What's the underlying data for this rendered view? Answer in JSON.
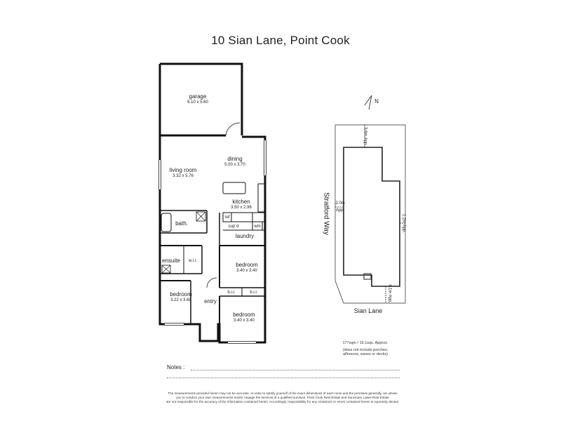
{
  "title": "10 Sian Lane,  Point Cook",
  "rooms": {
    "garage": {
      "name": "garage",
      "dims": "6.10  x  5.60"
    },
    "dining": {
      "name": "dining",
      "dims": "5.00  x  3.70"
    },
    "living": {
      "name": "living room",
      "dims": "3.32  x  5.76"
    },
    "kitchen": {
      "name": "kitchen",
      "dims": "3.50  x  2.96"
    },
    "bath": {
      "name": "bath."
    },
    "ref": {
      "name": "ref"
    },
    "cupd": {
      "name": "cup`d"
    },
    "wm": {
      "name": "wm"
    },
    "laundry": {
      "name": "laundry"
    },
    "ensuite": {
      "name": "ensuite"
    },
    "wir": {
      "name": "w.i.r."
    },
    "bedroom1": {
      "name": "bedroom",
      "dims": "3.40  x  3.40"
    },
    "bedroom2": {
      "name": "bedroom",
      "dims": "3.22  x  3.68"
    },
    "bedroom3": {
      "name": "bedroom",
      "dims": "3.40  x  3.40"
    },
    "bir1": {
      "name": "b.i.r."
    },
    "bir2": {
      "name": "b.i.r."
    },
    "entry": {
      "name": "entry"
    }
  },
  "site": {
    "north": "N",
    "street_side": "Stratford Way",
    "street_front": "Sian Lane",
    "setback_top": "3.6m App.",
    "setback_left_value": "2.0m",
    "setback_left_app": "App.",
    "setback_right": "1.2m App.",
    "setback_bottom": "4.1m App."
  },
  "area_note": {
    "line1": "177sqm / 19.1sqs. Approx.",
    "line2": "(does not include porches,",
    "line3": "alfrescos, eaves or decks)"
  },
  "notes_label": "Notes :",
  "disclaimer": {
    "line1": "The measurements provided herein may not be accurate.  In order to satisfy yourself of the exact dimensions of each room and the premises generally, we advise",
    "line2": "you to conduct your own measurements and/or engage the services of a qualified surveyor. Point Cook Real Estate and Sanctuary Lakes Real Estate",
    "line3": "are not responsible for the accuracy of the information contained herein. Accordingly, responsibility for any omissions or errors contained herein is expressly denied."
  }
}
